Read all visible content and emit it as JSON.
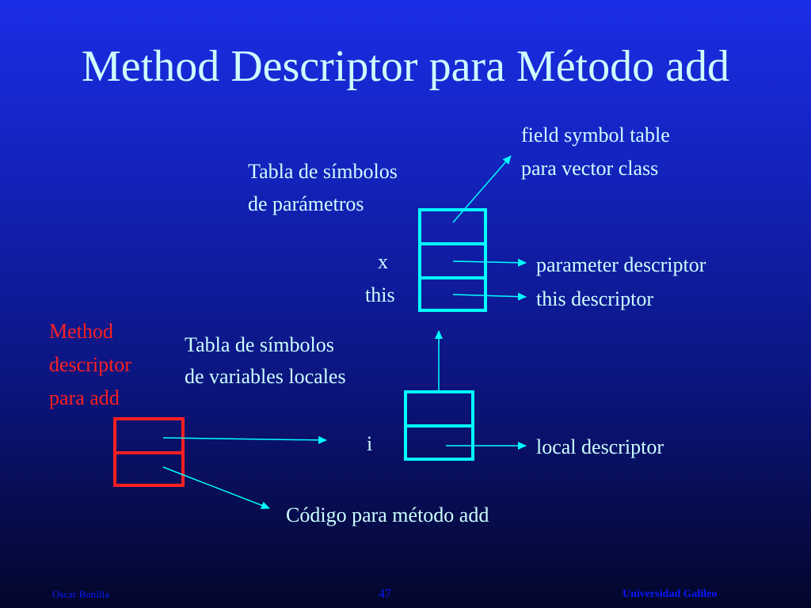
{
  "title": "Method Descriptor para Método add",
  "labels": {
    "field_symbol_table_1": "field symbol table",
    "field_symbol_table_2": "para vector class",
    "param_table_1": "Tabla de símbolos",
    "param_table_2": "de parámetros",
    "x": "x",
    "this": "this",
    "parameter_descriptor": "parameter descriptor",
    "this_descriptor": "this descriptor",
    "method_desc_1": "Method",
    "method_desc_2": "descriptor",
    "method_desc_3": "para add",
    "local_table_1": "Tabla de símbolos",
    "local_table_2": "de variables locales",
    "i": "i",
    "local_descriptor": "local descriptor",
    "codigo": "Código para método add"
  },
  "footer": {
    "author": "Oscar Bonilla",
    "page": "47",
    "university": "Universidad Galileo"
  },
  "colors": {
    "accent_cyan": "#00ffff",
    "method_red": "#ff2020",
    "text": "#ccffff",
    "footer": "#0b18ff"
  }
}
